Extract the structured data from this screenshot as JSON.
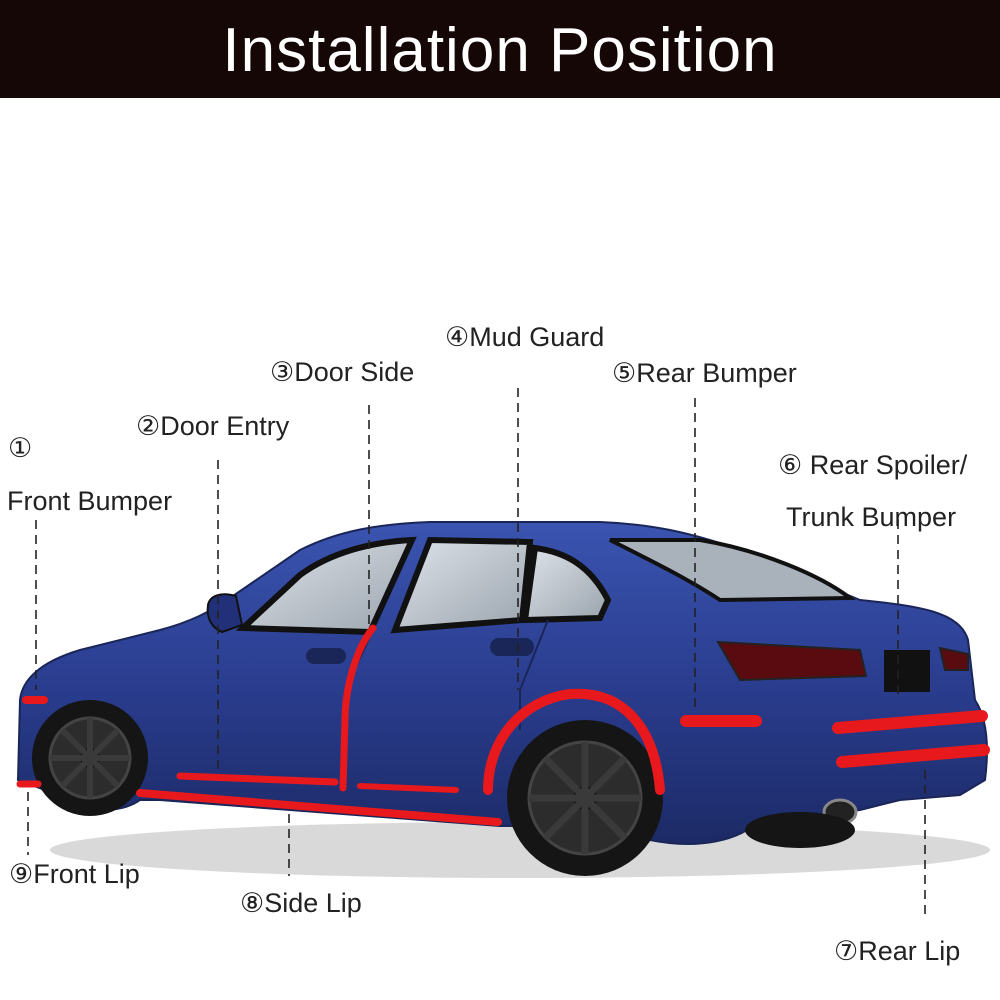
{
  "banner": {
    "title": "Installation Position"
  },
  "labels": {
    "front_bumper_num": "①",
    "front_bumper": "Front Bumper",
    "door_entry": "②Door Entry",
    "door_side": "③Door Side",
    "mud_guard": "④Mud Guard",
    "rear_bumper": "⑤Rear Bumper",
    "rear_spoiler_line1": "⑥ Rear Spoiler/",
    "rear_spoiler_line2": "Trunk Bumper",
    "rear_lip": "⑦Rear Lip",
    "side_lip": "⑧Side Lip",
    "front_lip": "⑨Front Lip"
  },
  "colors": {
    "banner_bg": "#140706",
    "car_body": "#2a3d8f",
    "trim_strip": "#e8191c",
    "tire": "#151515"
  }
}
